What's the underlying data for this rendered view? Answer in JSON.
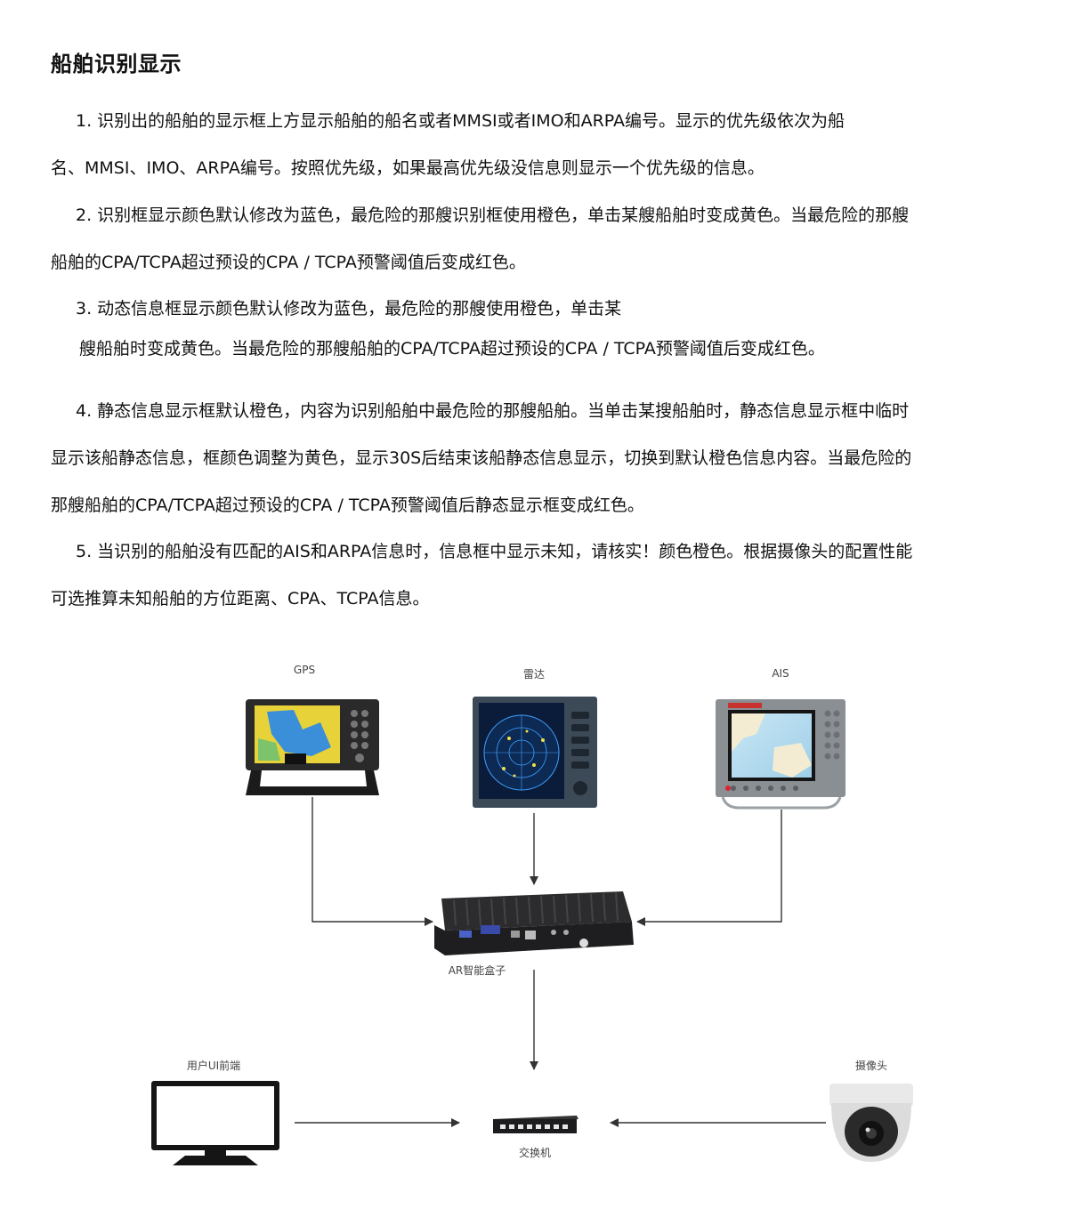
{
  "heading": "船舶识别显示",
  "paragraphs": {
    "p1_line1": "1. 识别出的船舶的显示框上方显示船舶的船名或者MMSI或者IMO和ARPA编号。显示的优先级依次为船",
    "p1_line2": "名、MMSI、IMO、ARPA编号。按照优先级，如果最高优先级没信息则显示一个优先级的信息。",
    "p2_line1": "2. 识别框显示颜色默认修改为蓝色，最危险的那艘识别框使用橙色，单击某艘船舶时变成黄色。当最危险的那艘",
    "p2_line2": "船舶的CPA/TCPA超过预设的CPA / TCPA预警阈值后变成红色。",
    "p3_line1": "3. 动态信息框显示颜色默认修改为蓝色，最危险的那艘使用橙色，单击某",
    "p3_line2": "艘船舶时变成黄色。当最危险的那艘船舶的CPA/TCPA超过预设的CPA / TCPA预警阈值后变成红色。",
    "p4_line1": "4. 静态信息显示框默认橙色，内容为识别船舶中最危险的那艘船舶。当单击某搜船舶时，静态信息显示框中临时",
    "p4_line2": "显示该船静态信息，框颜色调整为黄色，显示30S后结束该船静态信息显示，切换到默认橙色信息内容。当最危险的",
    "p4_line3": "那艘船舶的CPA/TCPA超过预设的CPA / TCPA预警阈值后静态显示框变成红色。",
    "p5_line1": "5. 当识别的船舶没有匹配的AIS和ARPA信息时，信息框中显示未知，请核实！颜色橙色。根据摄像头的配置性能",
    "p5_line2": "可选推算未知船舶的方位距离、CPA、TCPA信息。"
  },
  "diagram": {
    "gps": "GPS",
    "radar": "雷达",
    "ais": "AIS",
    "ar_box": "AR智能盒子",
    "user_ui": "用户UI前端",
    "camera": "摄像头",
    "switch": "交换机"
  }
}
